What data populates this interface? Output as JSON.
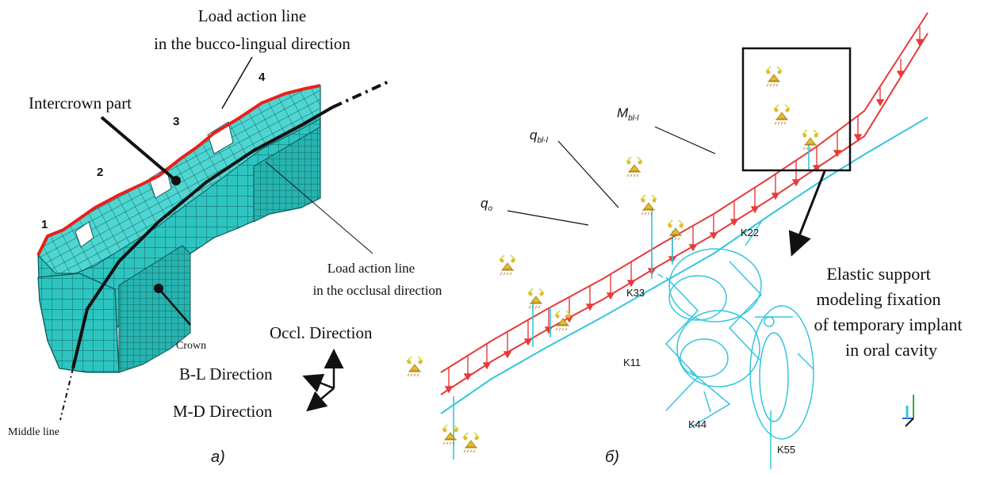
{
  "panel_a": {
    "title_line1": "Load action line",
    "title_line2": "in the bucco-lingual direction",
    "intercrown": "Intercrown part",
    "occl_line1": "Load action line",
    "occl_line2": "in the occlusal direction",
    "crown": "Crown",
    "middle": "Middle  line",
    "dir_occl": "Occl. Direction",
    "dir_bl": "B-L  Direction",
    "dir_md": "M-D Direction",
    "numbers": [
      "1",
      "2",
      "3",
      "4"
    ],
    "caption": "a)",
    "colors": {
      "mesh": "#2ec4c0",
      "load": "#e8201c",
      "line": "#000000"
    }
  },
  "panel_b": {
    "q_bl": "q",
    "q_bl_sub": "bl-l",
    "q_o": "q",
    "q_o_sub": "o",
    "m_label": "M",
    "m_sub": "bl-l",
    "k22": "K22",
    "k33": "K33",
    "k11": "K11",
    "k44": "K44",
    "k55": "K55",
    "elastic_line1": "Elastic support",
    "elastic_line2": "modeling fixation",
    "elastic_line3": "of temporary implant",
    "elastic_line4": "in oral cavity",
    "caption": "б)",
    "colors": {
      "beam": "#e83a3a",
      "spring": "#33c6dd",
      "support": "#e0b020"
    }
  }
}
